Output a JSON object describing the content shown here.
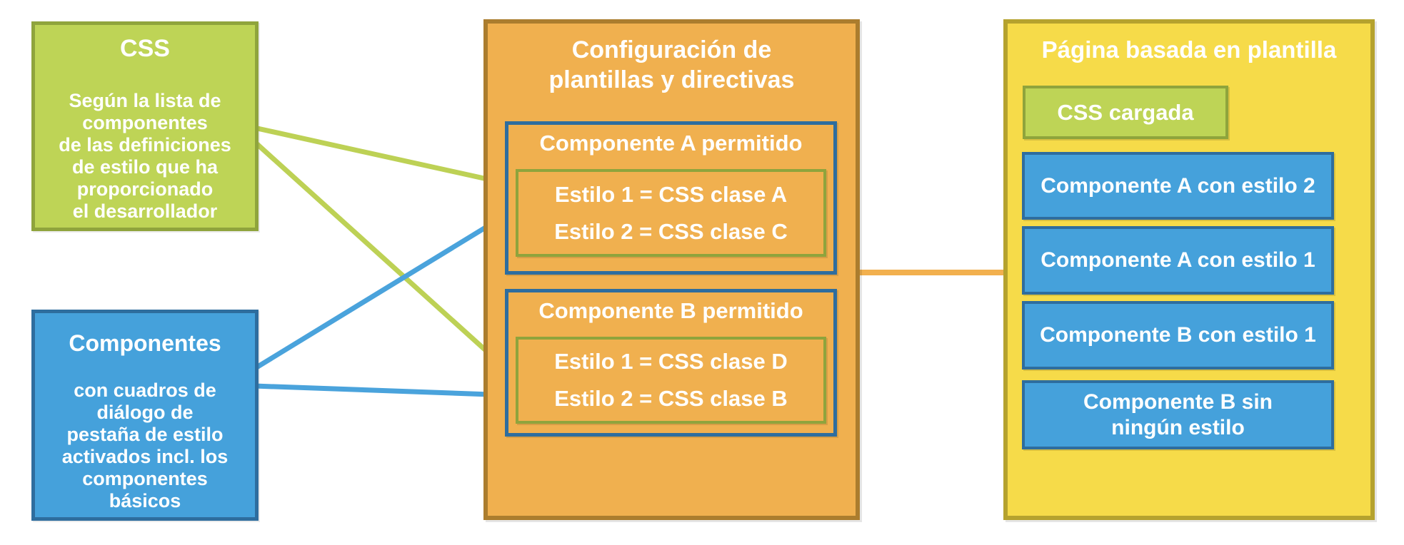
{
  "colors": {
    "green_fill": "#bed456",
    "green_border": "#8fa43c",
    "blue_fill": "#45a1db",
    "blue_border": "#2e6d9e",
    "orange_fill": "#f0b04f",
    "orange_border": "#ab7d2e",
    "yellow_fill": "#f6db49",
    "yellow_border": "#b5a22e",
    "green_line": "#bdd155",
    "blue_line": "#4aa3dc",
    "orange_line": "#f2b04e",
    "text": "#ffffff"
  },
  "css_source": {
    "title": "CSS",
    "body": "Según la lista de\ncomponentes\nde las definiciones\nde estilo que ha\nproporcionado\nel desarrollador"
  },
  "components_source": {
    "title": "Componentes",
    "body": "con cuadros de\ndiálogo de\npestaña de estilo\nactivados incl. los\ncomponentes\nbásicos"
  },
  "config": {
    "title": "Configuración de\nplantillas y directivas",
    "component_a": {
      "title": "Componente A permitido",
      "styles": [
        "Estilo 1 = CSS clase A",
        "Estilo 2 = CSS clase C"
      ]
    },
    "component_b": {
      "title": "Componente B permitido",
      "styles": [
        "Estilo 1 = CSS clase D",
        "Estilo 2 = CSS clase B"
      ]
    }
  },
  "page": {
    "title": "Página basada en plantilla",
    "css_loaded": "CSS cargada",
    "rows": [
      "Componente A con estilo 2",
      "Componente A con estilo 1",
      "Componente B con estilo 1",
      "Componente B sin\nningún estilo"
    ]
  },
  "connections": [
    {
      "from": "css-source",
      "to": "style-map-component-a",
      "color_key": "green_line"
    },
    {
      "from": "css-source",
      "to": "style-map-component-b",
      "color_key": "green_line"
    },
    {
      "from": "components-source",
      "to": "component-a-allowed",
      "color_key": "blue_line"
    },
    {
      "from": "components-source",
      "to": "component-b-allowed",
      "color_key": "blue_line"
    },
    {
      "from": "config-box",
      "to": "template-page-box",
      "color_key": "orange_line"
    }
  ]
}
